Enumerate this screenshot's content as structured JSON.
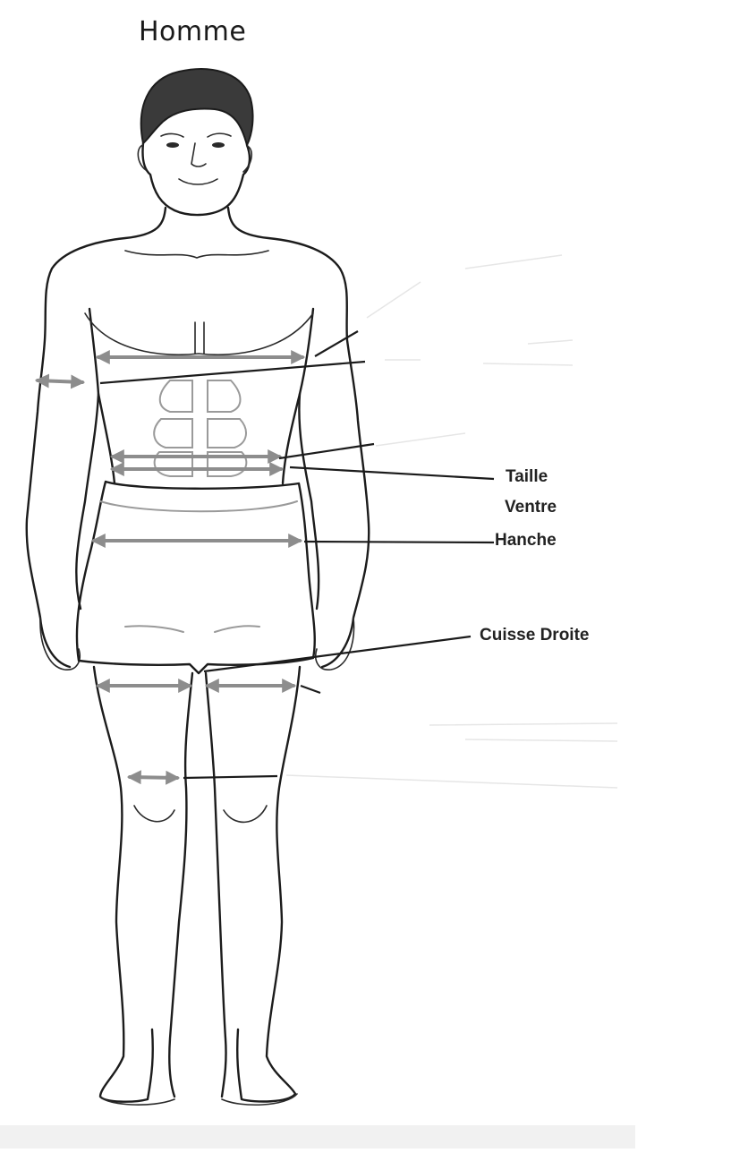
{
  "title": "Homme",
  "labels": {
    "taille": "Taille",
    "ventre": "Ventre",
    "hanche": "Hanche",
    "cuisse_droite": "Cuisse Droite"
  },
  "colors": {
    "outline": "#1c1c1c",
    "measure_arrow": "#8d8d8d",
    "background": "#ffffff"
  }
}
